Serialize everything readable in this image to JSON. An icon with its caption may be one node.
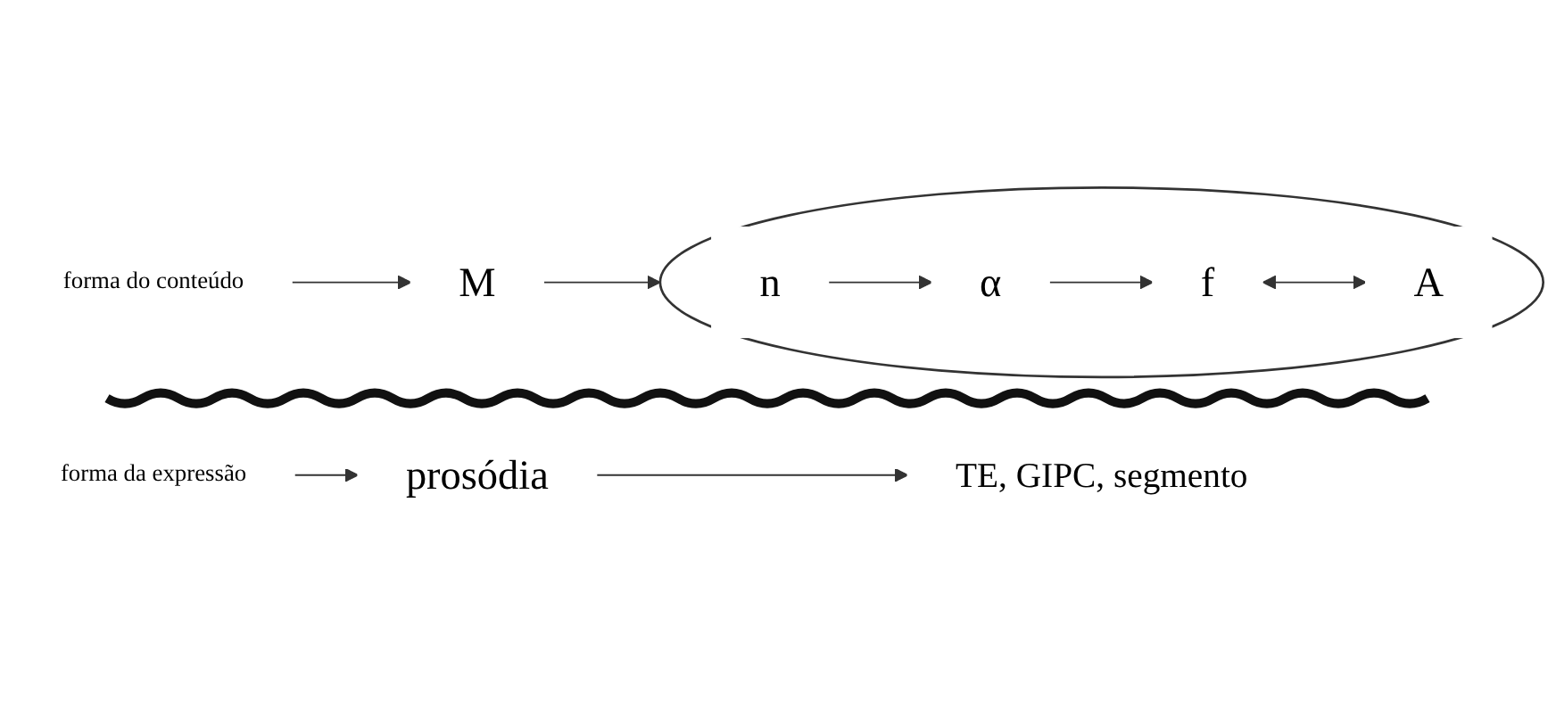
{
  "diagram": {
    "nodes": [
      {
        "text": [
          "forma do conteúdo"
        ]
      },
      {
        "text": [
          "M"
        ]
      },
      {
        "text": [],
        "shape": "circle"
      },
      {
        "text": [
          "α"
        ],
        "in": 2
      },
      {
        "text": [
          "n"
        ],
        "in": 2
      },
      {
        "text": [
          "f"
        ],
        "in": 2
      },
      {
        "text": [
          "A"
        ],
        "in": 2
      },
      {
        "text": [
          "forma da expressão"
        ]
      },
      {
        "text": [
          "prosódia"
        ]
      },
      {
        "text": [
          "TE, GIPC, segmento"
        ]
      }
    ],
    "edges": [
      {
        "from": 0,
        "to": 1,
        "arrow": "to"
      },
      {
        "from": 1,
        "to": 2,
        "arrow": "to"
      },
      {
        "from": 4,
        "to": 3,
        "arrow": "to"
      },
      {
        "from": 3,
        "to": 5,
        "arrow": "to"
      },
      {
        "from": 5,
        "to": 6,
        "arrow": "both"
      },
      {
        "from": 7,
        "to": 8,
        "arrow": "to"
      },
      {
        "from": 8,
        "to": 9,
        "arrow": "to"
      }
    ]
  }
}
